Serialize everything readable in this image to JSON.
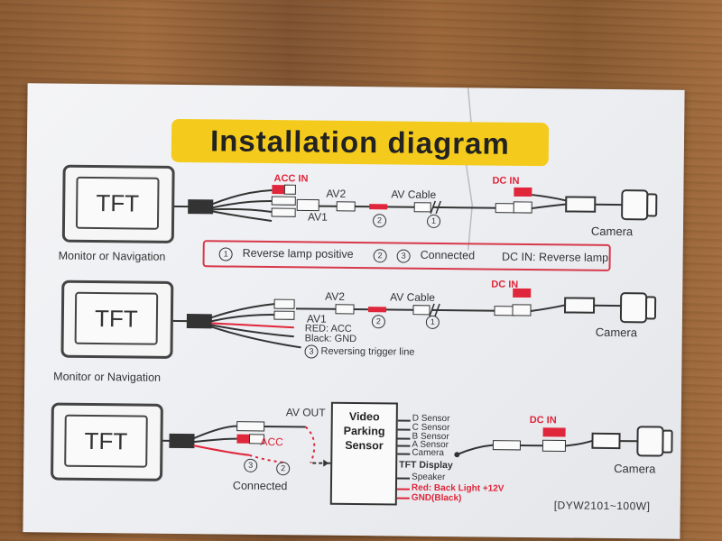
{
  "title": "Installation diagram",
  "diagram1": {
    "monitor_label": "TFT",
    "monitor_caption": "Monitor or Navigation",
    "acc_in": "ACC IN",
    "av2": "AV2",
    "av1": "AV1",
    "av_cable": "AV Cable",
    "dc_in": "DC IN",
    "camera": "Camera",
    "mark_1": "1",
    "mark_2": "2"
  },
  "legend": {
    "item1_num": "1",
    "item1": "Reverse lamp positive",
    "item23_num_a": "2",
    "item23_num_b": "3",
    "item23": "Connected",
    "dc_in_note": "DC IN: Reverse lamp"
  },
  "diagram2": {
    "monitor_label": "TFT",
    "monitor_caption": "Monitor or Navigation",
    "av2": "AV2",
    "av1": "AV1",
    "av_cable": "AV Cable",
    "dc_in": "DC IN",
    "camera": "Camera",
    "red_acc": "RED: ACC",
    "black_gnd": "Black: GND",
    "trigger_num": "3",
    "trigger": "Reversing trigger line",
    "mark_1": "1",
    "mark_2": "2"
  },
  "diagram3": {
    "monitor_label": "TFT",
    "av_out": "AV OUT",
    "acc": "ACC",
    "connected": "Connected",
    "mark_3": "3",
    "mark_2": "2",
    "sensor_line1": "Video",
    "sensor_line2": "Parking",
    "sensor_line3": "Sensor",
    "d_sensor": "D Sensor",
    "c_sensor": "C Sensor",
    "b_sensor": "B Sensor",
    "a_sensor": "A Sensor",
    "camera_port": "Camera",
    "tft_display": "TFT Display",
    "speaker": "Speaker",
    "back_light": "Red: Back Light +12V",
    "gnd_black": "GND(Black)",
    "dc_in": "DC IN",
    "camera": "Camera"
  },
  "model_code": "[DYW2101~100W]",
  "colors": {
    "title_bg": "#f4cb1c",
    "red": "#e0263a",
    "paper": "#eceef2",
    "wood": "#8e5c34"
  }
}
